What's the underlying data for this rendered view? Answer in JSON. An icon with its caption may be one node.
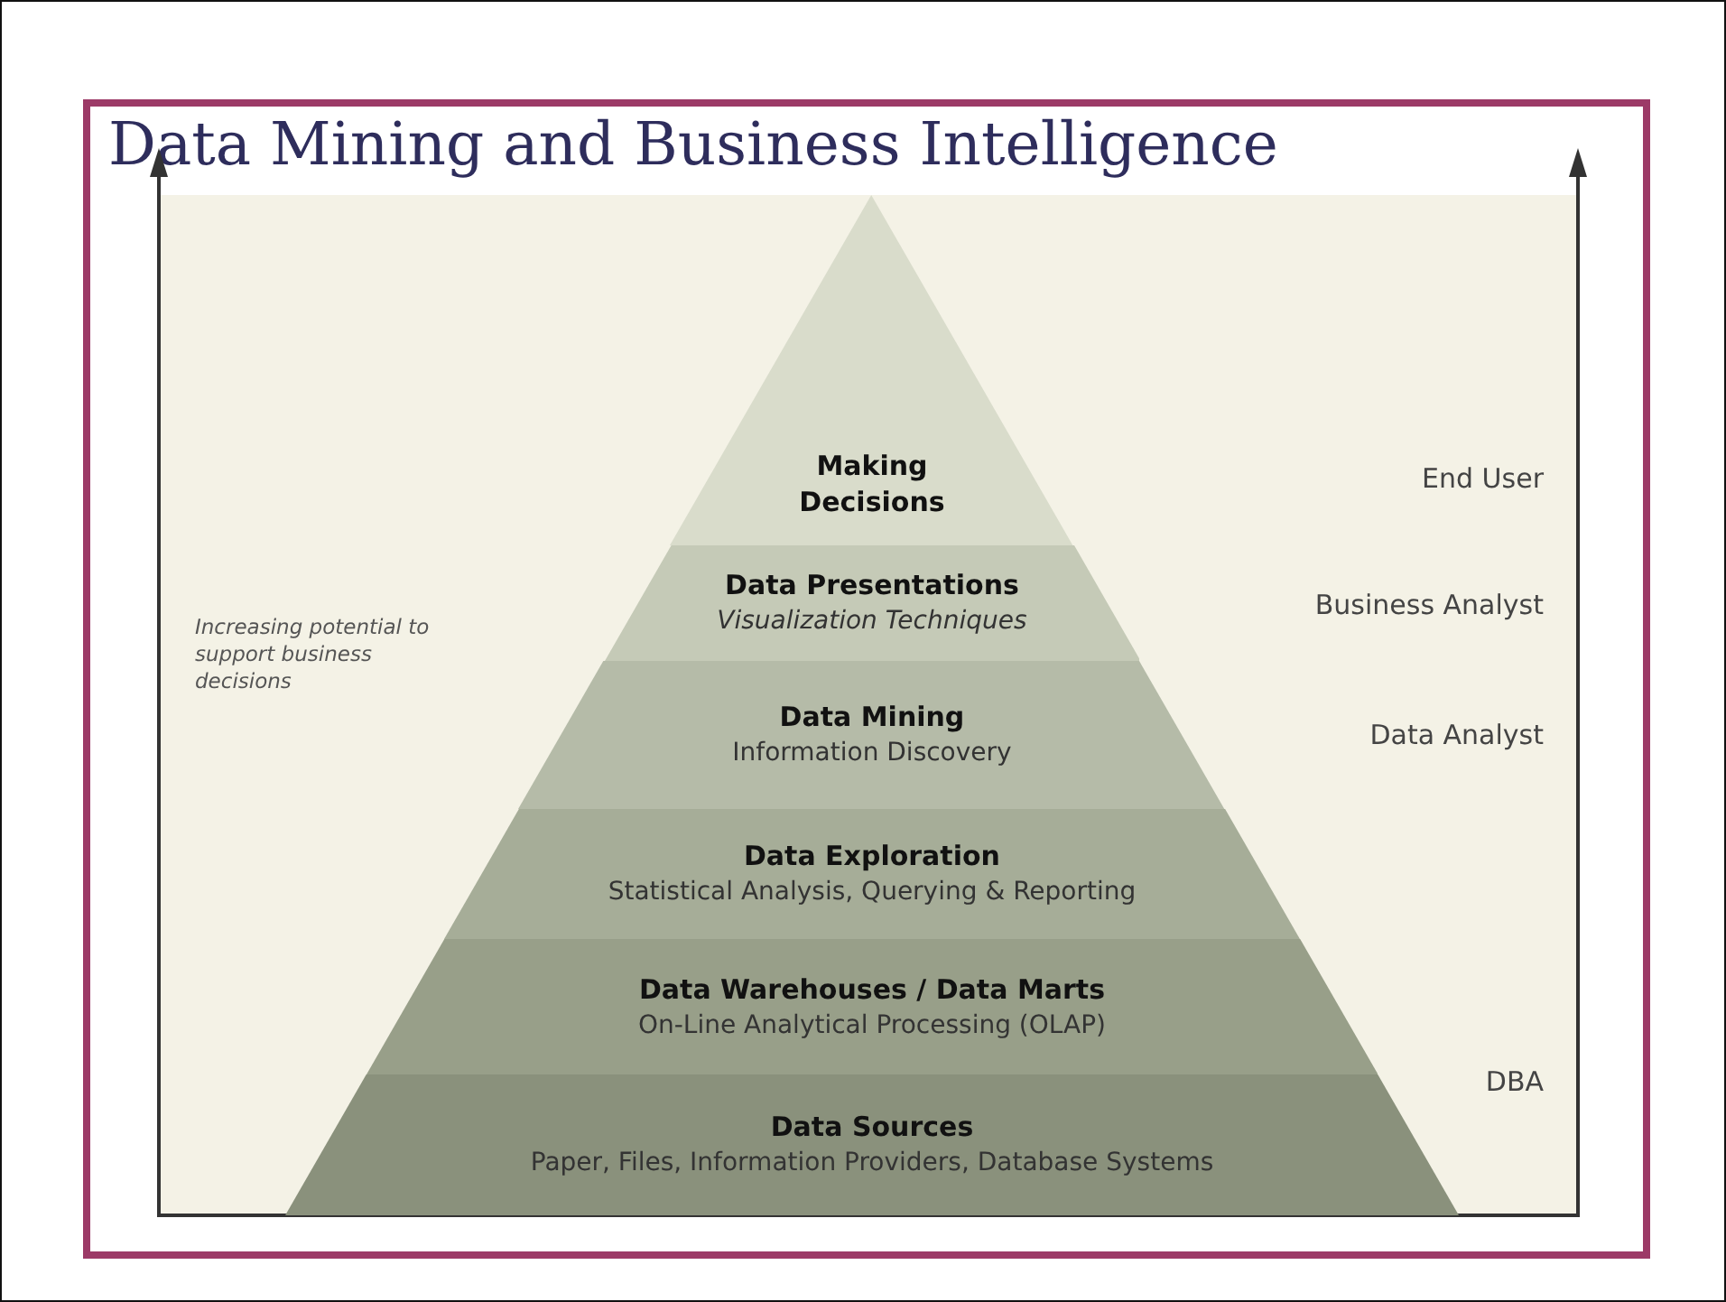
{
  "diagram": {
    "title": "Data Mining and Business Intelligence",
    "nodes": [
      {
        "text": [
          "Making Decisions"
        ]
      },
      {
        "text": [
          "Data Presentations",
          "Visualization Techniques"
        ]
      },
      {
        "text": [
          "Data Mining",
          "Information Discovery"
        ]
      },
      {
        "text": [
          "Data Exploration",
          "Statistical Analysis, Querying & Reporting"
        ]
      },
      {
        "text": [
          "Data Warehouses / Data Marts",
          "On-Line Analytical Processing (OLAP)"
        ]
      },
      {
        "text": [
          "Data Sources",
          "Paper, Files, Information Providers, Database Systems"
        ]
      }
    ],
    "edges": [],
    "labels": [
      "Increasing potential to support business decisions",
      "End User",
      "Business Analyst",
      "Data Analyst",
      "DBA"
    ]
  }
}
